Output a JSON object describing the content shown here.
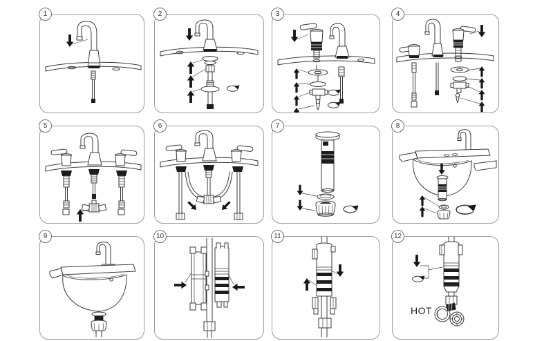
{
  "sheet": {
    "background": "#ffffff",
    "panel_border_color": "#9b9b9b",
    "line_color": "#3a3a3a",
    "arrow_color": "#161616",
    "text_color": "#222222"
  },
  "icons": {
    "insert-down-arrow": "↓",
    "tighten-up-arrow": "↑",
    "rotate-arrow": "↻",
    "push-right-arrow": "→",
    "push-left-arrow": "←"
  },
  "steps": [
    {
      "num": "1",
      "arrows": [
        "down"
      ]
    },
    {
      "num": "2",
      "arrows": [
        "down",
        "up",
        "up",
        "up",
        "rotate"
      ]
    },
    {
      "num": "3",
      "arrows": [
        "down",
        "up",
        "up",
        "up",
        "up",
        "rotate",
        "rotate"
      ]
    },
    {
      "num": "4",
      "arrows": [
        "down",
        "up",
        "up",
        "up",
        "up"
      ]
    },
    {
      "num": "5",
      "arrows": [
        "up"
      ]
    },
    {
      "num": "6",
      "arrows": [
        "push-down-right",
        "push-down-left"
      ]
    },
    {
      "num": "7",
      "arrows": [
        "down",
        "down",
        "rotate"
      ]
    },
    {
      "num": "8",
      "arrows": [
        "down",
        "up",
        "up",
        "rotate"
      ]
    },
    {
      "num": "9",
      "arrows": []
    },
    {
      "num": "10",
      "arrows": [
        "push-right",
        "push-left"
      ]
    },
    {
      "num": "11",
      "arrows": [
        "down",
        "up"
      ]
    },
    {
      "num": "12",
      "arrows": [
        "down",
        "rotate"
      ],
      "label": "HOT"
    }
  ]
}
